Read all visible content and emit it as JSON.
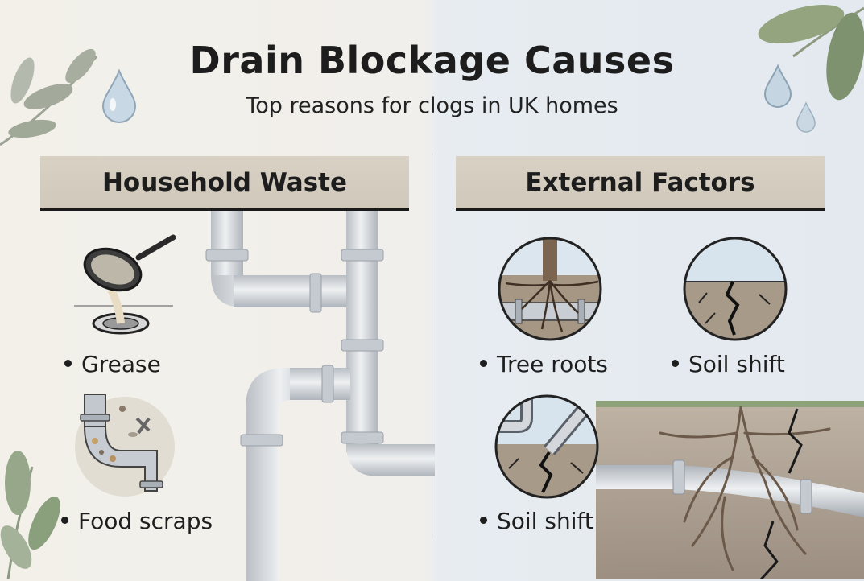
{
  "title": "Drain Blockage Causes",
  "subtitle": "Top reasons for clogs in UK homes",
  "sections": {
    "household": {
      "heading": "Household Waste",
      "items": [
        {
          "label": "Grease",
          "icon": "frying-pan-pouring-grease-icon"
        },
        {
          "label": "Food scraps",
          "icon": "food-scraps-in-pipe-icon"
        }
      ]
    },
    "external": {
      "heading": "External Factors",
      "items": [
        {
          "label": "Tree roots",
          "icon": "tree-roots-pipe-icon"
        },
        {
          "label": "Soil shift",
          "icon": "cracked-soil-icon"
        },
        {
          "label": "Soil shift",
          "icon": "broken-pipe-soil-icon"
        }
      ]
    }
  },
  "colors": {
    "header_bg": "#d3ccbf",
    "pipe": "#c9ced4",
    "soil": "#a89a8a",
    "leaf": "#8fa583"
  }
}
